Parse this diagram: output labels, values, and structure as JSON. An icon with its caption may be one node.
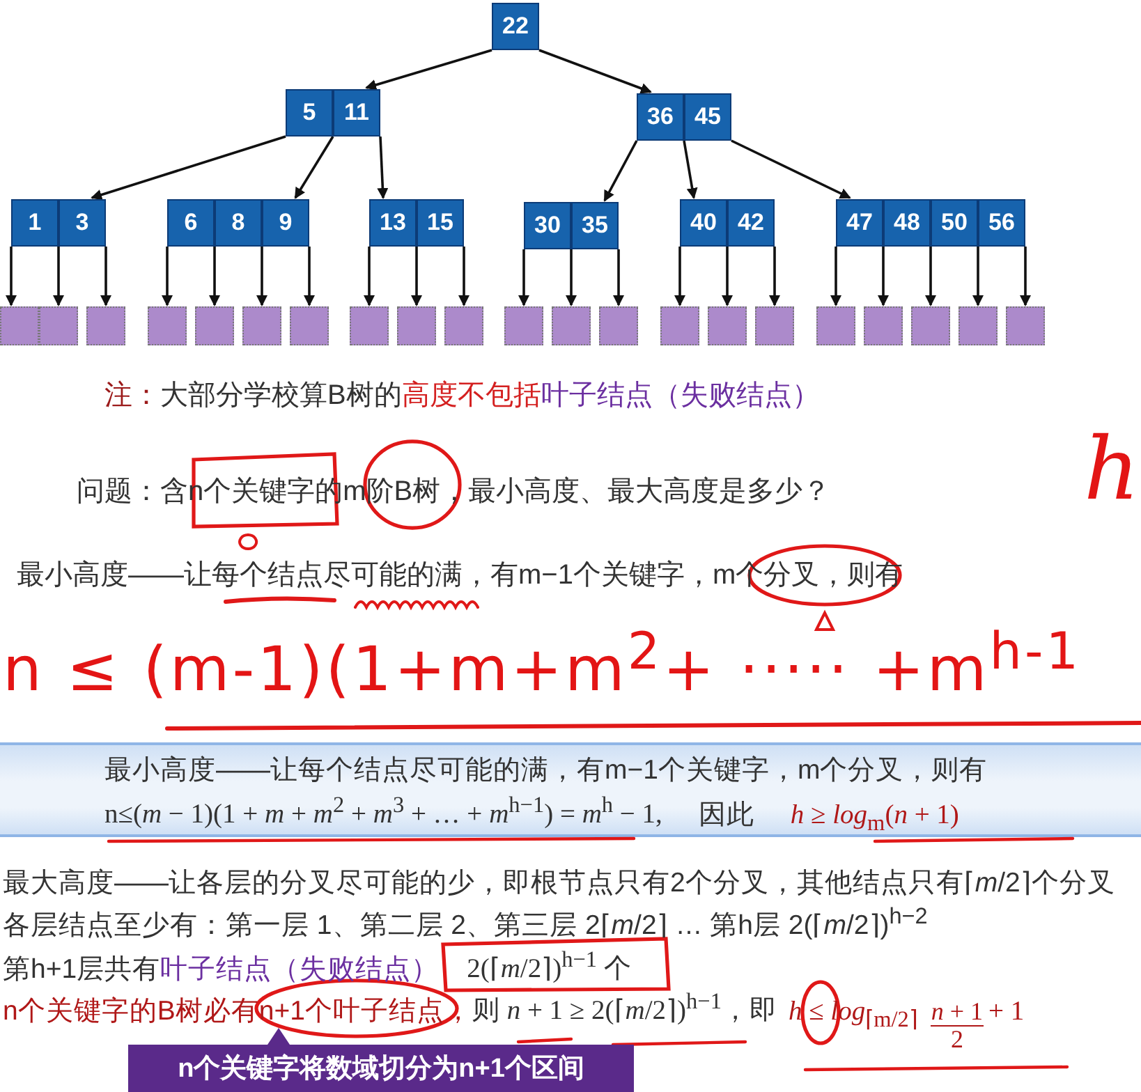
{
  "diagram": {
    "nodes": [
      {
        "text": [
          "22"
        ]
      },
      {
        "text": [
          "5",
          "11"
        ]
      },
      {
        "text": [
          "36",
          "45"
        ]
      },
      {
        "text": [
          "1",
          "3"
        ]
      },
      {
        "text": [
          "6",
          "8",
          "9"
        ]
      },
      {
        "text": [
          "13",
          "15"
        ]
      },
      {
        "text": [
          "30",
          "35"
        ]
      },
      {
        "text": [
          "40",
          "42"
        ]
      },
      {
        "text": [
          "47",
          "48",
          "50",
          "56"
        ]
      },
      {
        "text": [],
        "shape": "box"
      },
      {
        "text": [],
        "shape": "box"
      },
      {
        "text": [],
        "shape": "box"
      },
      {
        "text": [],
        "shape": "box"
      },
      {
        "text": [],
        "shape": "box"
      },
      {
        "text": [],
        "shape": "box"
      },
      {
        "text": [],
        "shape": "box"
      },
      {
        "text": [],
        "shape": "box"
      },
      {
        "text": [],
        "shape": "box"
      },
      {
        "text": [],
        "shape": "box"
      },
      {
        "text": [],
        "shape": "box"
      },
      {
        "text": [],
        "shape": "box"
      },
      {
        "text": [],
        "shape": "box"
      },
      {
        "text": [],
        "shape": "box"
      },
      {
        "text": [],
        "shape": "box"
      },
      {
        "text": [],
        "shape": "box"
      },
      {
        "text": [],
        "shape": "box"
      },
      {
        "text": [],
        "shape": "box"
      },
      {
        "text": [],
        "shape": "box"
      },
      {
        "text": [],
        "shape": "box"
      },
      {
        "text": [],
        "shape": "box"
      },
      {
        "text": [
          "n个关键字将数域切分为n+1个区间"
        ]
      }
    ],
    "edges": [
      {
        "from": 0,
        "to": 1,
        "arrow": "to"
      },
      {
        "from": 0,
        "to": 2,
        "arrow": "to"
      },
      {
        "from": 1,
        "to": 3,
        "arrow": "to"
      },
      {
        "from": 1,
        "to": 4,
        "arrow": "to"
      },
      {
        "from": 1,
        "to": 5,
        "arrow": "to"
      },
      {
        "from": 2,
        "to": 6,
        "arrow": "to"
      },
      {
        "from": 2,
        "to": 7,
        "arrow": "to"
      },
      {
        "from": 2,
        "to": 8,
        "arrow": "to"
      },
      {
        "from": 3,
        "to": 9,
        "arrow": "to"
      },
      {
        "from": 3,
        "to": 10,
        "arrow": "to"
      },
      {
        "from": 3,
        "to": 11,
        "arrow": "to"
      },
      {
        "from": 4,
        "to": 12,
        "arrow": "to"
      },
      {
        "from": 4,
        "to": 13,
        "arrow": "to"
      },
      {
        "from": 4,
        "to": 14,
        "arrow": "to"
      },
      {
        "from": 4,
        "to": 15,
        "arrow": "to"
      },
      {
        "from": 5,
        "to": 16,
        "arrow": "to"
      },
      {
        "from": 5,
        "to": 17,
        "arrow": "to"
      },
      {
        "from": 5,
        "to": 18,
        "arrow": "to"
      },
      {
        "from": 6,
        "to": 19,
        "arrow": "to"
      },
      {
        "from": 6,
        "to": 20,
        "arrow": "to"
      },
      {
        "from": 6,
        "to": 21,
        "arrow": "to"
      },
      {
        "from": 7,
        "to": 22,
        "arrow": "to"
      },
      {
        "from": 7,
        "to": 23,
        "arrow": "to"
      },
      {
        "from": 7,
        "to": 24,
        "arrow": "to"
      },
      {
        "from": 8,
        "to": 25,
        "arrow": "to"
      },
      {
        "from": 8,
        "to": 26,
        "arrow": "to"
      },
      {
        "from": 8,
        "to": 27,
        "arrow": "to"
      },
      {
        "from": 8,
        "to": 28,
        "arrow": "to"
      },
      {
        "from": 8,
        "to": 29,
        "arrow": "to"
      }
    ],
    "labels": [
      "注：",
      "大部分学校算B树的",
      "高度不包括",
      "叶子结点（失败结点）",
      "问题：含n个关键字的m阶B树，最小高度、最大高度是多少？",
      "最小高度——让每个结点尽可能的满，有m−1个关键字，m个分叉，则有",
      "h",
      "n ≤ (m-1)(1+m+m$^{2}$+ ····· +m$^{h-1}$",
      "最小高度——让每个结点尽可能的满，有m−1个关键字，m个分叉，则有",
      "n≤(*m* − 1)(1 + *m* + *m*$^{2}$ + *m*$^{3}$ + … + *m*$^{h−1}$) = *m*$^{h}$ − 1,",
      "因此",
      "*h* ≥ *log*$_{m}$(*n* + 1)",
      "最大高度——让各层的分叉尽可能的少，即根节点只有2个分叉，其他结点只有⌈*m*/2⌉个分叉",
      "各层结点至少有：第一层 1、第二层 2、第三层 2⌈*m*/2⌉ … 第h层 2(⌈*m*/2⌉)$^{h−2}$",
      "第h+1层共有",
      "叶子结点（失败结点）",
      "2(⌈*m*/2⌉)$^{h−1}$ 个",
      "n个关键字的B树必有n+1个叶子结点，",
      "则 *n* + 1 ≥ 2(⌈*m*/2⌉)$^{h−1}$，即",
      "*h* ≤ *log*$_{⌈m/2⌉}$",
      "*n* + 1",
      "2",
      "+ 1"
    ]
  }
}
